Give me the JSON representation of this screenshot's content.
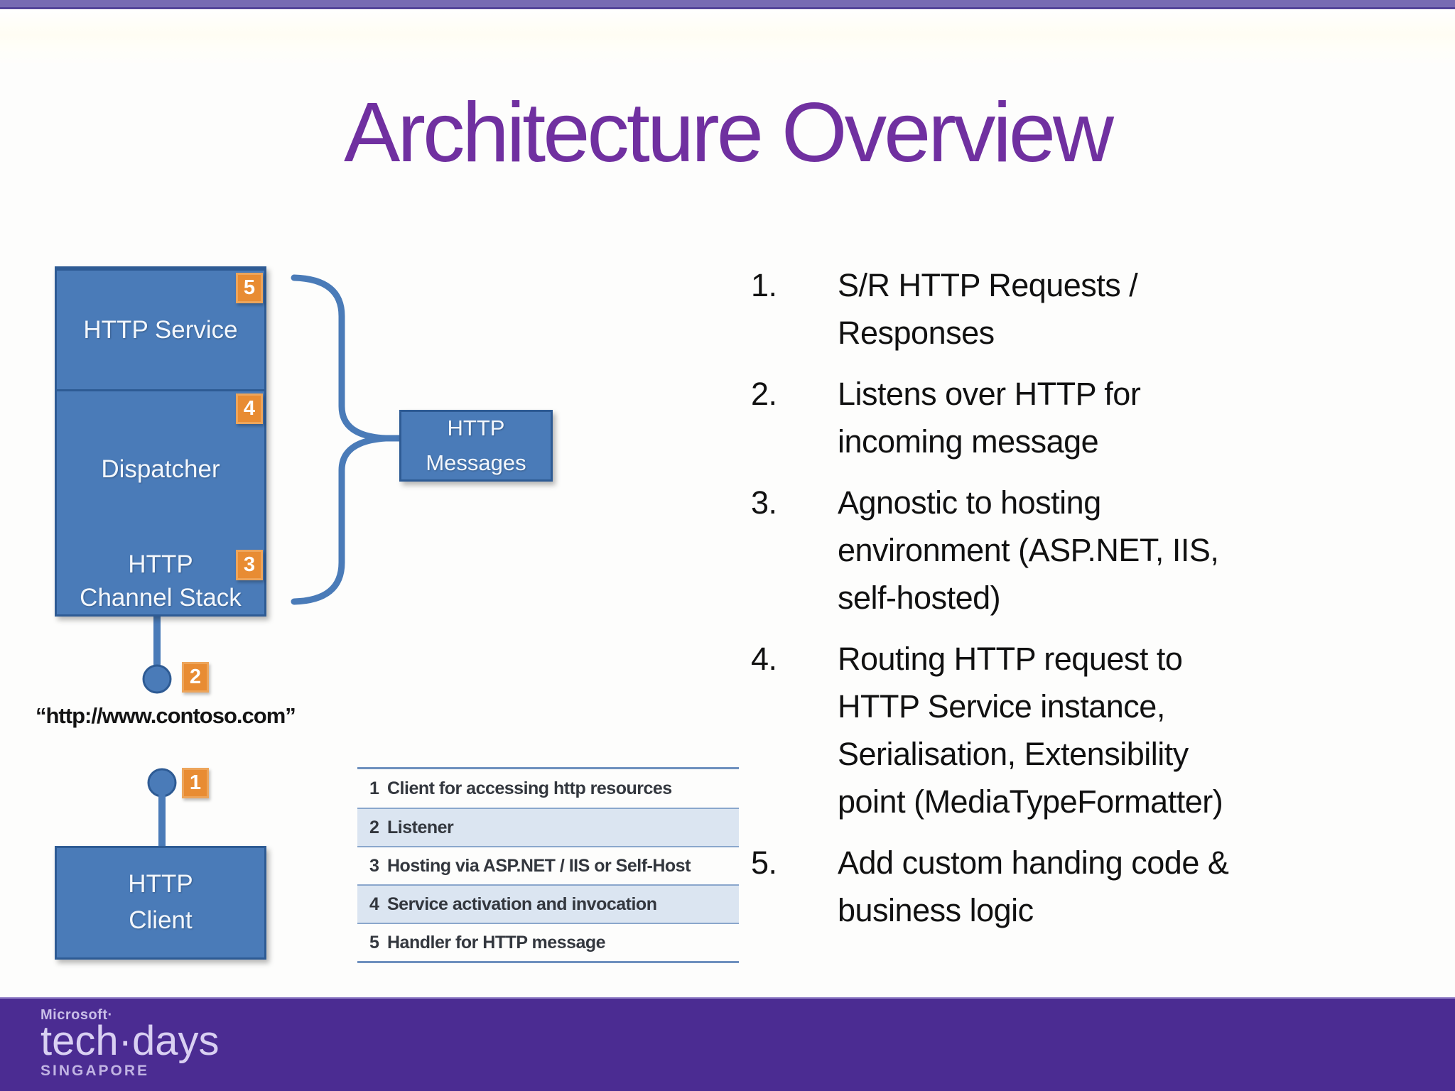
{
  "slide": {
    "title": "Architecture Overview"
  },
  "colors": {
    "accent_blue": "#4a7bb8",
    "accent_blue_dark": "#2e5b94",
    "accent_orange": "#e88c33",
    "title_purple": "#7030a0",
    "footer_purple": "#4b2c92",
    "row_highlight": "#dbe5f1"
  },
  "diagram": {
    "stack": [
      {
        "label": "HTTP Service",
        "badge": "5"
      },
      {
        "label": "Dispatcher",
        "badge": "4"
      },
      {
        "label": "HTTP\nChannel Stack",
        "badge": "3"
      }
    ],
    "messages_box_label": "HTTP\nMessages",
    "client_box_label": "HTTP\nClient",
    "url_label": "“http://www.contoso.com”",
    "listener_badge": "2",
    "client_badge": "1"
  },
  "legend": {
    "rows": [
      {
        "num": "1",
        "text": "Client for accessing http resources",
        "highlight": false
      },
      {
        "num": "2",
        "text": "Listener",
        "highlight": true
      },
      {
        "num": "3",
        "text": "Hosting via ASP.NET / IIS or Self-Host",
        "highlight": false
      },
      {
        "num": "4",
        "text": "Service activation and invocation",
        "highlight": true
      },
      {
        "num": "5",
        "text": "Handler for HTTP message",
        "highlight": false
      }
    ]
  },
  "notes": {
    "items": [
      {
        "num": "1.",
        "text": "S/R HTTP Requests /\nResponses"
      },
      {
        "num": "2.",
        "text": "Listens over HTTP for\nincoming message"
      },
      {
        "num": "3.",
        "text": "Agnostic to hosting\nenvironment (ASP.NET, IIS,\nself-hosted)"
      },
      {
        "num": "4.",
        "text": "Routing HTTP request to\nHTTP Service instance,\nSerialisation, Extensibility\npoint (MediaTypeFormatter)"
      },
      {
        "num": "5.",
        "text": "Add custom handing code &\nbusiness logic"
      }
    ]
  },
  "footer": {
    "brand_small": "Microsoft·",
    "brand_large": "tech·days",
    "brand_sub": "SINGAPORE"
  }
}
